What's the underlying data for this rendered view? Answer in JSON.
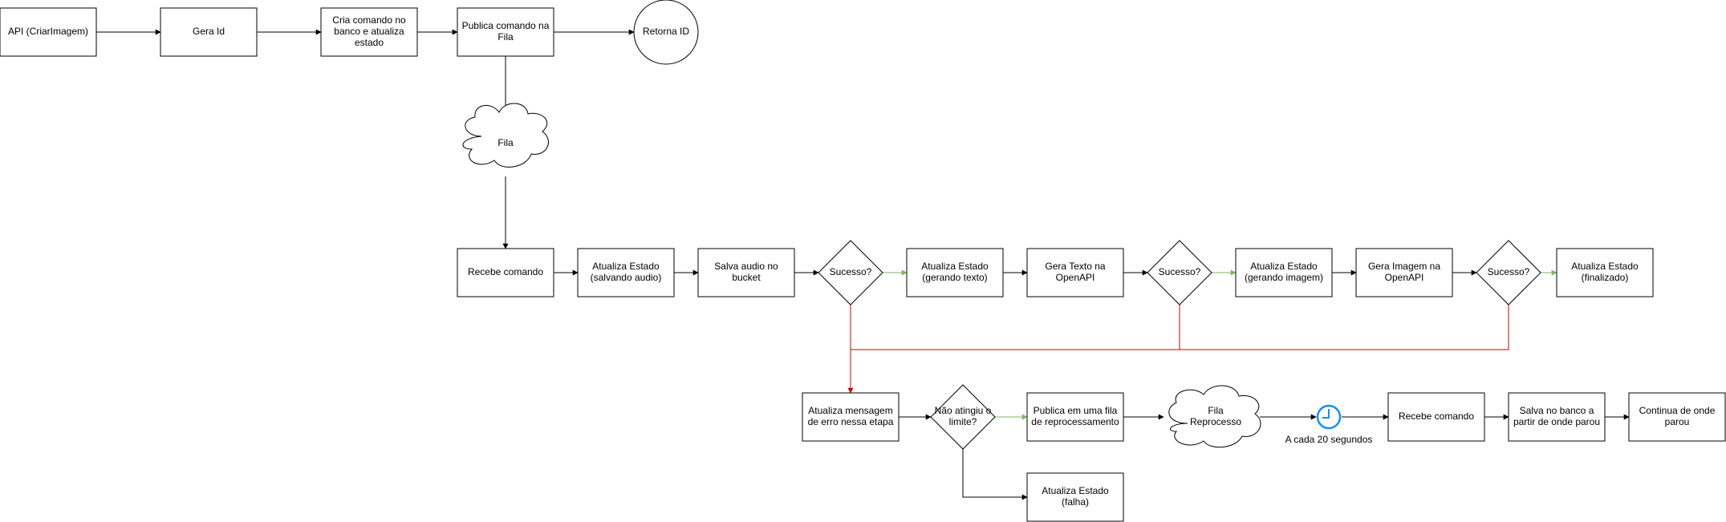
{
  "colors": {
    "default": "#000000",
    "success": "#82b366",
    "error": "#cc0000",
    "clock": "#1a8cff"
  },
  "nodes": {
    "api": [
      "API (CriarImagem)"
    ],
    "gera_id": [
      "Gera Id"
    ],
    "cria_comando": [
      "Cria comando no",
      "banco e atualiza",
      "estado"
    ],
    "publica_fila": [
      "Publica comando na",
      "Fila"
    ],
    "retorna_id": [
      "Retorna ID"
    ],
    "fila": [
      "Fila"
    ],
    "recebe_comando": [
      "Recebe comando"
    ],
    "estado_salvando": [
      "Atualiza Estado",
      "(salvando audio)"
    ],
    "salva_audio": [
      "Salva audio no",
      "bucket"
    ],
    "sucesso_1": [
      "Sucesso?"
    ],
    "estado_gerando_texto": [
      "Atualiza Estado",
      "(gerando texto)"
    ],
    "gera_texto": [
      "Gera Texto na",
      "OpenAPI"
    ],
    "sucesso_2": [
      "Sucesso?"
    ],
    "estado_gerando_imagem": [
      "Atualiza Estado",
      "(gerando imagem)"
    ],
    "gera_imagem": [
      "Gera Imagem na",
      "OpenAPI"
    ],
    "sucesso_3": [
      "Sucesso?"
    ],
    "estado_finalizado": [
      "Atualiza Estado",
      "(finalizado)"
    ],
    "atualiza_erro": [
      "Atualiza mensagem",
      "de erro nessa etapa"
    ],
    "nao_atingiu": [
      "Não atingiu o",
      "limite?"
    ],
    "publica_reprocessamento": [
      "Publica em uma fila",
      "de reprocessamento"
    ],
    "estado_falha": [
      "Atualiza Estado",
      "(falha)"
    ],
    "fila_reprocesso": [
      "Fila",
      "Reprocesso"
    ],
    "timer": [
      "A cada 20 segundos"
    ],
    "recebe_comando_2": [
      "Recebe comando"
    ],
    "salva_banco": [
      "Salva no banco a",
      "partir de onde parou"
    ],
    "continua": [
      "Continua de onde",
      "parou"
    ]
  }
}
